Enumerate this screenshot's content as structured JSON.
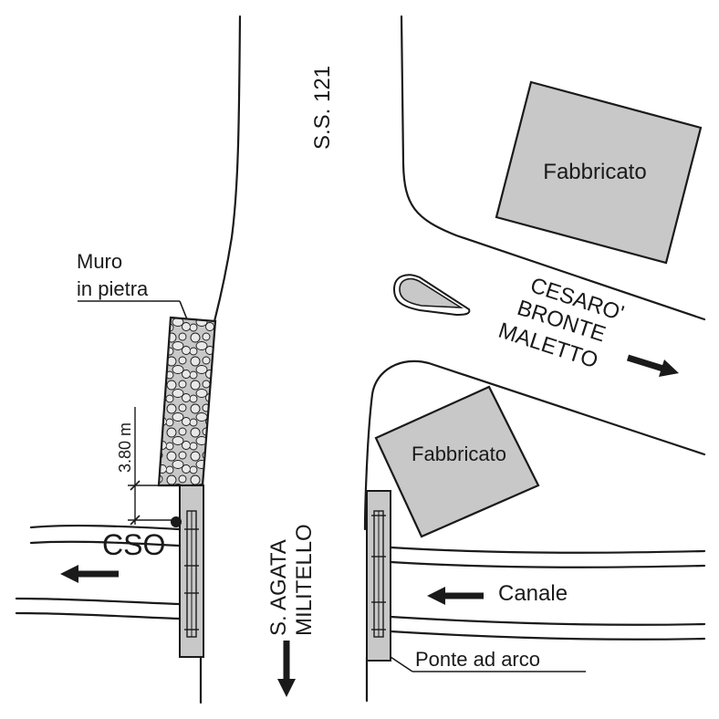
{
  "labels": {
    "road_ss121": "S.S. 121",
    "building_top": "Fabbricato",
    "building_bottom": "Fabbricato",
    "cesaro_line1": "CESARO'",
    "cesaro_line2": "BRONTE",
    "cesaro_line3": "MALETTO",
    "wall_line1": "Muro",
    "wall_line2": "in pietra",
    "dimension": "3.80 m",
    "cso": "CSO",
    "agata_line1": "S. AGATA",
    "agata_line2": "MILITELLO",
    "canal": "Canale",
    "bridge": "Ponte ad arco"
  },
  "colors": {
    "ink": "#1a1a1a",
    "fill_gray": "#c8c8c8",
    "background": "#ffffff"
  }
}
